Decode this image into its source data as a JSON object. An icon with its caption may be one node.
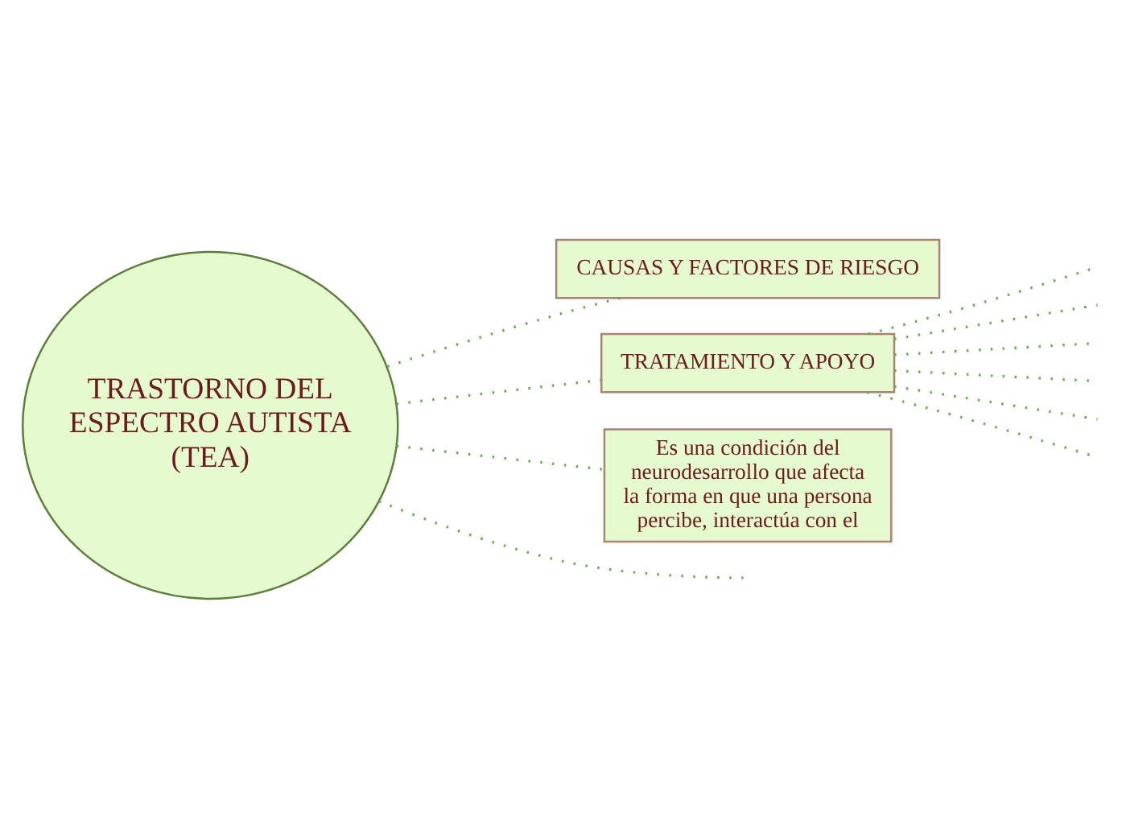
{
  "diagram": {
    "nodes": [
      {
        "text": [
          "TRASTORNO DEL ESPECTRO AUTISTA (TEA)"
        ]
      },
      {
        "text": [
          "CAUSAS Y FACTORES DE RIESGO"
        ]
      },
      {
        "text": [
          "TRATAMIENTO Y APOYO"
        ]
      },
      {
        "text": [
          "Es una condición del neurodesarrollo que afecta la forma en que una persona percibe, interactúa con el"
        ]
      }
    ],
    "edges": [
      {
        "from": 0,
        "to": null,
        "arrow": "none"
      },
      {
        "from": 0,
        "to": 1,
        "arrow": "none"
      },
      {
        "from": 0,
        "to": 2,
        "arrow": "none"
      },
      {
        "from": 0,
        "to": 3,
        "arrow": "none"
      },
      {
        "from": 2,
        "to": null,
        "arrow": "none"
      },
      {
        "from": 2,
        "to": null,
        "arrow": "none"
      },
      {
        "from": 2,
        "to": null,
        "arrow": "none"
      },
      {
        "from": 2,
        "to": null,
        "arrow": "none"
      },
      {
        "from": 2,
        "to": null,
        "arrow": "none"
      },
      {
        "from": 2,
        "to": null,
        "arrow": "none"
      }
    ]
  }
}
